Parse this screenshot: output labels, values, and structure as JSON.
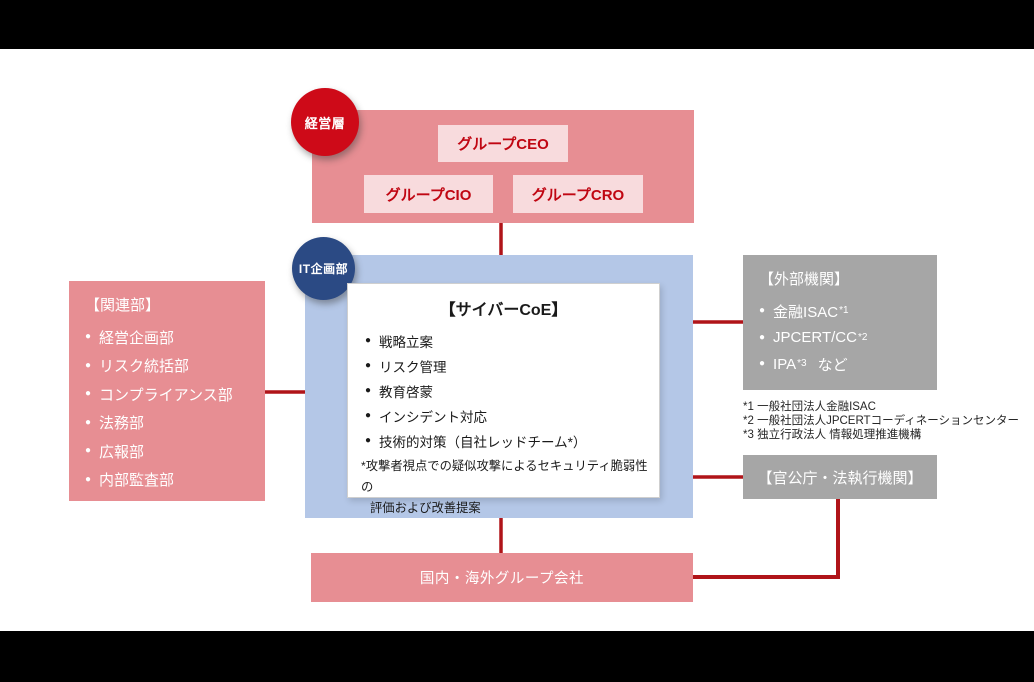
{
  "glyphs": {
    "bullet": "●"
  },
  "management": {
    "badge": "経営層",
    "ceo": "グループCEO",
    "cio": "グループCIO",
    "cro": "グループCRO"
  },
  "it_planning": {
    "badge": "IT企画部",
    "coe": {
      "title": "【サイバーCoE】",
      "items": [
        "戦略立案",
        "リスク管理",
        "教育啓蒙",
        "インシデント対応",
        "技術的対策（自社レッドチーム*）"
      ],
      "note": [
        "*攻撃者視点での疑似攻撃によるセキュリティ脆弱性の",
        "評価および改善提案"
      ]
    }
  },
  "related_depts": {
    "title": "【関連部】",
    "items": [
      "経営企画部",
      "リスク統括部",
      "コンプライアンス部",
      "法務部",
      "広報部",
      "内部監査部"
    ]
  },
  "external_orgs": {
    "title": "【外部機関】",
    "items": [
      {
        "label": "金融ISAC",
        "sup": "*1",
        "suffix": ""
      },
      {
        "label": "JPCERT/CC",
        "sup": "*2",
        "suffix": ""
      },
      {
        "label": "IPA",
        "sup": "*3",
        "suffix": "など"
      }
    ]
  },
  "footnotes": [
    "*1 一般社団法人金融ISAC",
    "*2 一般社団法人JPCERTコーディネーションセンター",
    "*3 独立行政法人 情報処理推進機構"
  ],
  "government_box": "【官公庁・法執行機関】",
  "group_companies_box": "国内・海外グループ会社",
  "colors": {
    "salmon": "#E78E93",
    "light_pink": "#F8DBDD",
    "light_blue": "#B4C7E7",
    "navy_circle": "#2B4A84",
    "red_circle": "#CE0A18",
    "line_red": "#B01419",
    "text_red": "#C00612",
    "gray_box": "#A6A6A6"
  }
}
